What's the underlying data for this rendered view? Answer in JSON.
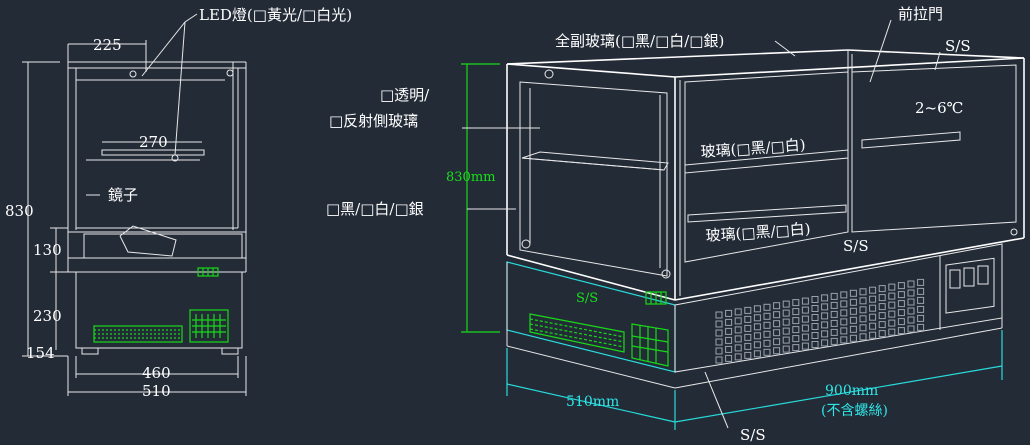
{
  "side_view": {
    "led_label": "LED燈(□黃光/□白光)",
    "dim_top_depth": "225",
    "dim_shelf_depth": "270",
    "mirror_label": "鏡子",
    "dim_total_height": "830",
    "dim_base_height": "130",
    "dim_lower_height": "230",
    "dim_foot_height": "154",
    "dim_inner_width": "460",
    "dim_outer_width": "510"
  },
  "perspective_view": {
    "top_glass_label": "全副玻璃(□黑/□白/□銀)",
    "front_door_label": "前拉門",
    "ss_top": "S/S",
    "side_glass_label_1": "□透明/",
    "side_glass_label_2": "□反射側玻璃",
    "temperature": "2~6℃",
    "shelf_glass_upper": "玻璃(□黑/□白)",
    "shelf_glass_lower": "玻璃(□黑/□白)",
    "height_dim": "830mm",
    "color_label": "□黑/□白/□銀",
    "ss_panel": "S/S",
    "ss_base_green": "S/S",
    "depth_dim": "510mm",
    "width_dim": "900mm",
    "width_note": "(不含螺絲)",
    "ss_bottom": "S/S"
  },
  "colors": {
    "background": "#232b37",
    "outline": "#ffffff",
    "dimension_green": "#19e019",
    "dimension_cyan": "#2ee6e6"
  }
}
